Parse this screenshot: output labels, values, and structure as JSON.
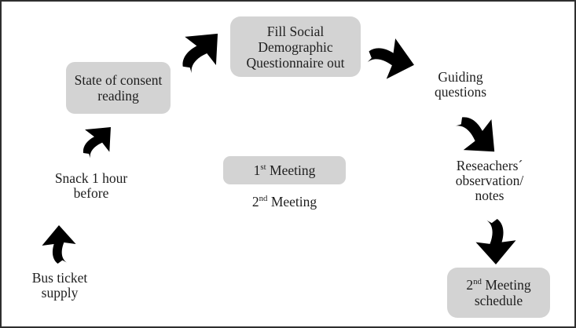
{
  "diagram": {
    "boxes": {
      "fill_social": {
        "lines": [
          "Fill Social",
          "Demographic",
          "Questionnaire out"
        ]
      },
      "state_consent": {
        "lines": [
          "State of consent",
          "reading"
        ]
      },
      "first_meeting": {
        "num": "1",
        "ordinal": "st",
        "rest": " Meeting"
      },
      "second_meeting_schedule": {
        "num": "2",
        "ordinal": "nd",
        "rest": " Meeting",
        "line2": "schedule"
      }
    },
    "labels": {
      "guiding": {
        "lines": [
          "Guiding",
          "questions"
        ]
      },
      "reseachers": {
        "lines": [
          "Reseachers´",
          "observation/",
          "notes"
        ]
      },
      "second_meeting": {
        "num": "2",
        "ordinal": "nd",
        "rest": " Meeting"
      },
      "snack": {
        "lines": [
          "Snack 1 hour",
          "before"
        ]
      },
      "bus": {
        "lines": [
          "Bus ticket",
          "supply"
        ]
      }
    },
    "arrows": {
      "bus_to_snack": "bent-arrow-up",
      "snack_to_state": "bent-arrow-up-right",
      "state_to_fill": "bent-arrow-up-right-light",
      "fill_to_guiding": "bent-arrow-down-right",
      "guiding_to_reseachers": "bent-arrow-down-right",
      "reseachers_to_schedule": "bent-arrow-down"
    },
    "colors": {
      "background": "#ffffff",
      "border": "#2e2e2e",
      "text": "#1e1e1e",
      "box_fill": "#d3d3d3",
      "arrow_dark": "#83838b",
      "arrow_light": "#d8d8d8"
    }
  }
}
